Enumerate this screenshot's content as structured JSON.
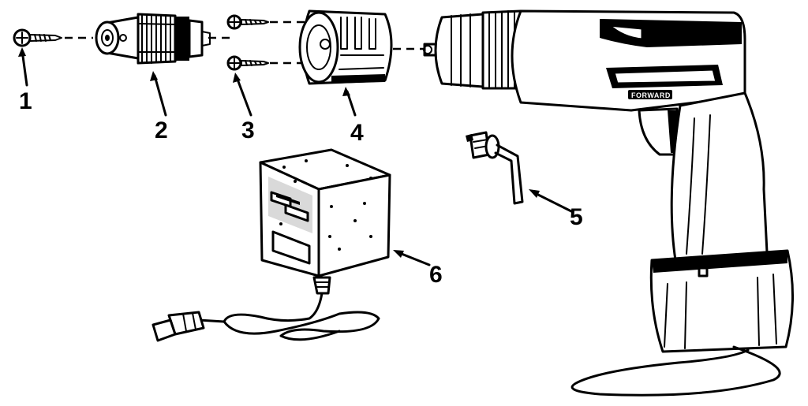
{
  "diagram": {
    "ink_color": "#000000",
    "background": "#ffffff",
    "callouts": [
      "1",
      "2",
      "3",
      "4",
      "5",
      "6"
    ],
    "switch_label": "FORWARD"
  }
}
